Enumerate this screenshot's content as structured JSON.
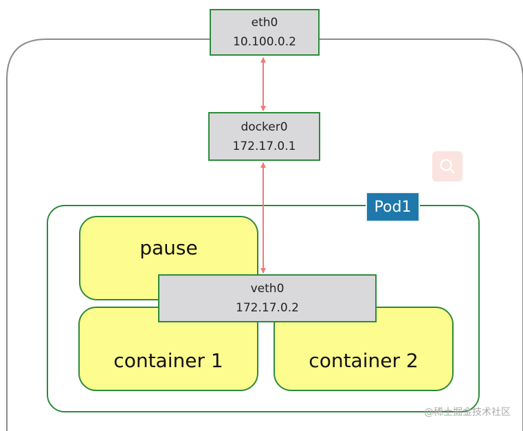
{
  "host": {
    "eth0": {
      "name": "eth0",
      "ip": "10.100.0.2"
    },
    "docker0": {
      "name": "docker0",
      "ip": "172.17.0.1"
    }
  },
  "pod": {
    "label": "Pod1",
    "veth0": {
      "name": "veth0",
      "ip": "172.17.0.2"
    },
    "containers": {
      "pause": "pause",
      "container1": "container 1",
      "container2": "container 2"
    }
  },
  "icons": {
    "search_badge": "search-icon"
  },
  "watermark": "@稀土掘金技术社区",
  "colors": {
    "netbox_fill": "#d9d9db",
    "outline_green": "#2a8a3a",
    "container_fill": "#fdfc8e",
    "pod_label_fill": "#1e78ab",
    "arrow_red": "#f07a78",
    "host_outline": "#8a8a8a"
  }
}
